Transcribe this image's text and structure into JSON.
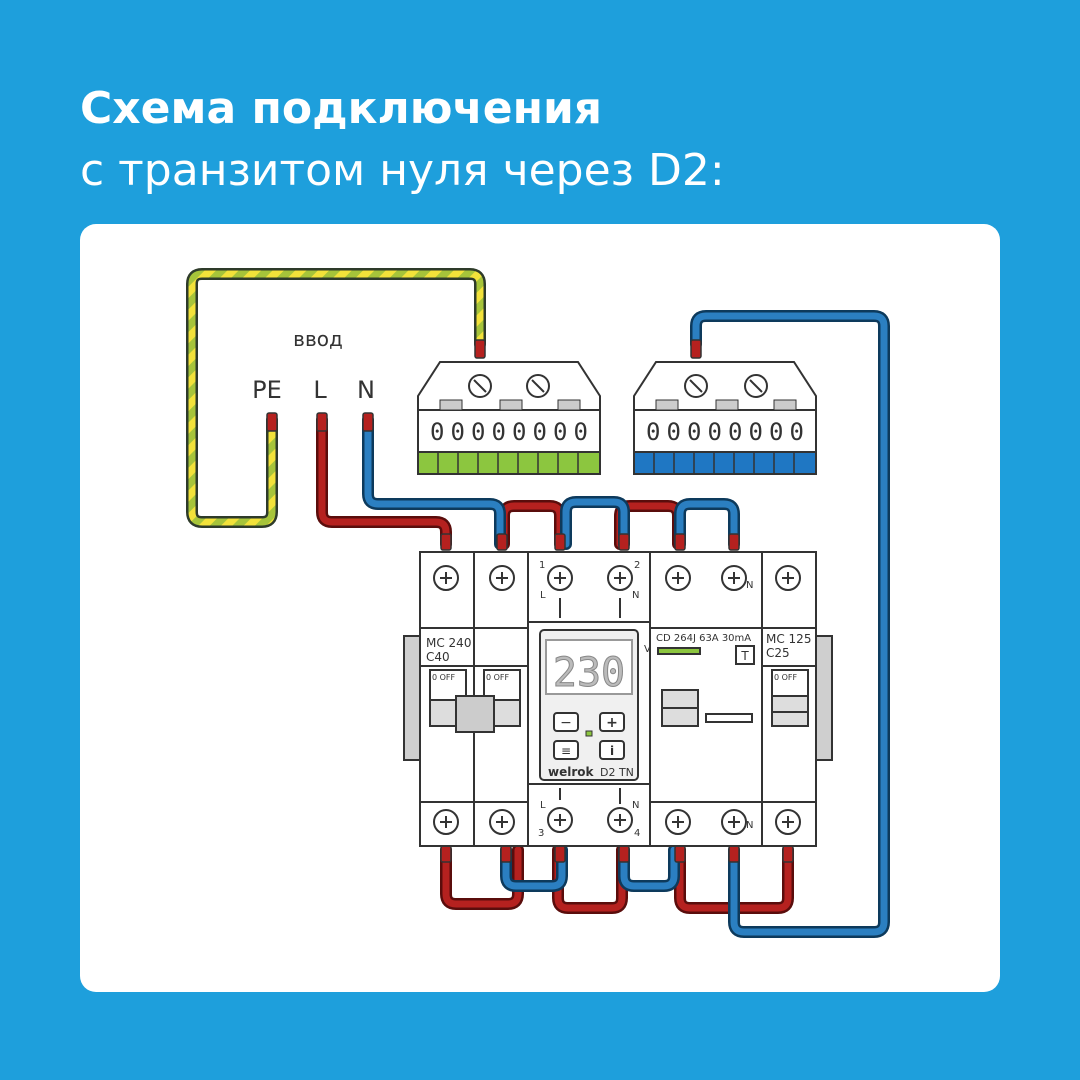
{
  "title": {
    "line1": "Схема подключения",
    "line2": "с транзитом нуля через D2:"
  },
  "input": {
    "label": "ввод",
    "pe": "PE",
    "l": "L",
    "n": "N"
  },
  "breaker_left": {
    "model": "MC 240",
    "rating": "C40",
    "switch_mark": "0 OFF"
  },
  "relay": {
    "display": "230",
    "unit": "V",
    "brand": "welrok",
    "model": "D2 TN",
    "minus": "−",
    "plus": "+",
    "menu": "≡",
    "info": "i",
    "terminals": {
      "t1": "1",
      "t2": "2",
      "t3": "3",
      "t4": "4",
      "l": "L",
      "n": "N"
    }
  },
  "rcd": {
    "model": "CD 264J 63A 30mA",
    "test": "T",
    "n": "N"
  },
  "breaker_right": {
    "model": "MC 125",
    "rating": "C25",
    "switch_mark": "0 OFF"
  },
  "bus_green": {
    "slots": "00000000"
  },
  "bus_blue": {
    "slots": "00000000"
  },
  "colors": {
    "background": "#1e9fdc",
    "card": "#ffffff",
    "wire_phase": "#b5211f",
    "wire_neutral": "#2b7fc1",
    "wire_pe_green": "#a6c43a",
    "wire_pe_yellow": "#f2e23a",
    "bus_green": "#8cc63f",
    "bus_blue": "#1f77c3"
  }
}
